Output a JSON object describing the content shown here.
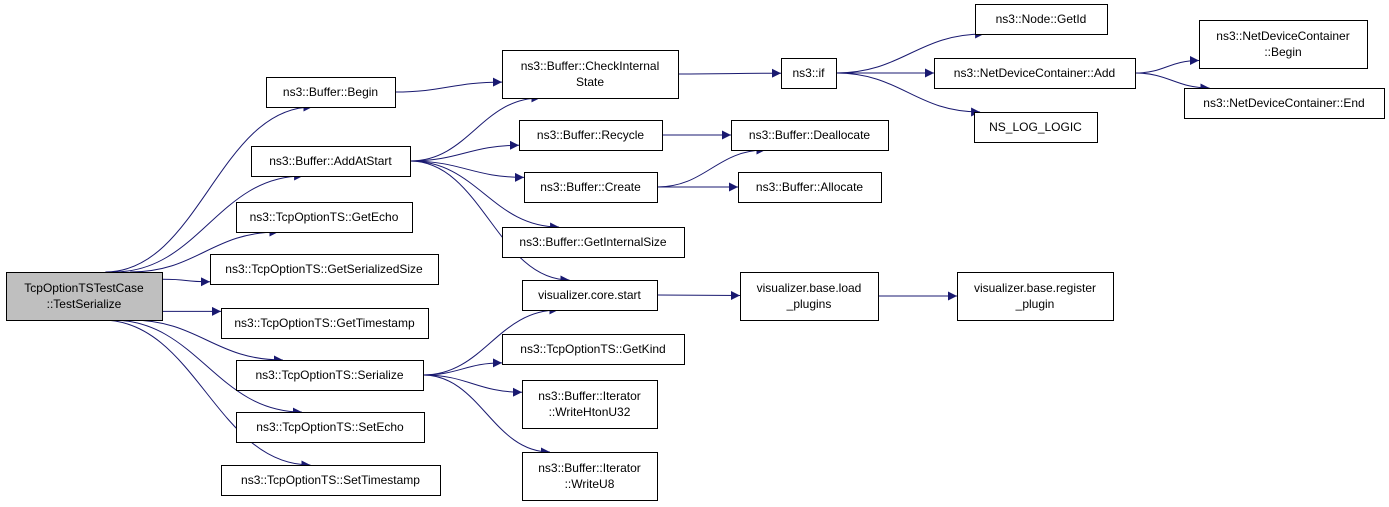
{
  "colors": {
    "edge": "#191970",
    "node_border": "#000000",
    "node_fill": "#ffffff",
    "root_fill": "#bfbfbf"
  },
  "nodes": [
    {
      "id": "root",
      "lines": [
        "TcpOptionTSTestCase",
        "::TestSerialize"
      ],
      "root": true
    },
    {
      "id": "buffer-begin",
      "lines": [
        "ns3::Buffer::Begin"
      ]
    },
    {
      "id": "buffer-addatstart",
      "lines": [
        "ns3::Buffer::AddAtStart"
      ]
    },
    {
      "id": "get-echo",
      "lines": [
        "ns3::TcpOptionTS::GetEcho"
      ]
    },
    {
      "id": "get-serialized-size",
      "lines": [
        "ns3::TcpOptionTS::GetSerializedSize"
      ]
    },
    {
      "id": "get-timestamp",
      "lines": [
        "ns3::TcpOptionTS::GetTimestamp"
      ]
    },
    {
      "id": "serialize",
      "lines": [
        "ns3::TcpOptionTS::Serialize"
      ]
    },
    {
      "id": "set-echo",
      "lines": [
        "ns3::TcpOptionTS::SetEcho"
      ]
    },
    {
      "id": "set-timestamp",
      "lines": [
        "ns3::TcpOptionTS::SetTimestamp"
      ]
    },
    {
      "id": "check-internal-state",
      "lines": [
        "ns3::Buffer::CheckInternal",
        "State"
      ]
    },
    {
      "id": "recycle",
      "lines": [
        "ns3::Buffer::Recycle"
      ]
    },
    {
      "id": "create",
      "lines": [
        "ns3::Buffer::Create"
      ]
    },
    {
      "id": "get-internal-size",
      "lines": [
        "ns3::Buffer::GetInternalSize"
      ]
    },
    {
      "id": "viz-core-start",
      "lines": [
        "visualizer.core.start"
      ]
    },
    {
      "id": "get-kind",
      "lines": [
        "ns3::TcpOptionTS::GetKind"
      ]
    },
    {
      "id": "write-hton-u32",
      "lines": [
        "ns3::Buffer::Iterator",
        "::WriteHtonU32"
      ]
    },
    {
      "id": "write-u8",
      "lines": [
        "ns3::Buffer::Iterator",
        "::WriteU8"
      ]
    },
    {
      "id": "if",
      "lines": [
        "ns3::if"
      ]
    },
    {
      "id": "deallocate",
      "lines": [
        "ns3::Buffer::Deallocate"
      ]
    },
    {
      "id": "allocate",
      "lines": [
        "ns3::Buffer::Allocate"
      ]
    },
    {
      "id": "load-plugins",
      "lines": [
        "visualizer.base.load",
        "_plugins"
      ]
    },
    {
      "id": "register-plugin",
      "lines": [
        "visualizer.base.register",
        "_plugin"
      ]
    },
    {
      "id": "node-getid",
      "lines": [
        "ns3::Node::GetId"
      ]
    },
    {
      "id": "ndc-add",
      "lines": [
        "ns3::NetDeviceContainer::Add"
      ]
    },
    {
      "id": "ns-log-logic",
      "lines": [
        "NS_LOG_LOGIC"
      ]
    },
    {
      "id": "ndc-begin",
      "lines": [
        "ns3::NetDeviceContainer",
        "::Begin"
      ]
    },
    {
      "id": "ndc-end",
      "lines": [
        "ns3::NetDeviceContainer::End"
      ]
    }
  ],
  "edges": [
    [
      "root",
      "buffer-begin"
    ],
    [
      "root",
      "buffer-addatstart"
    ],
    [
      "root",
      "get-echo"
    ],
    [
      "root",
      "get-serialized-size"
    ],
    [
      "root",
      "get-timestamp"
    ],
    [
      "root",
      "serialize"
    ],
    [
      "root",
      "set-echo"
    ],
    [
      "root",
      "set-timestamp"
    ],
    [
      "buffer-begin",
      "check-internal-state"
    ],
    [
      "buffer-addatstart",
      "check-internal-state"
    ],
    [
      "buffer-addatstart",
      "recycle"
    ],
    [
      "buffer-addatstart",
      "create"
    ],
    [
      "buffer-addatstart",
      "get-internal-size"
    ],
    [
      "buffer-addatstart",
      "viz-core-start"
    ],
    [
      "serialize",
      "viz-core-start"
    ],
    [
      "serialize",
      "get-kind"
    ],
    [
      "serialize",
      "write-hton-u32"
    ],
    [
      "serialize",
      "write-u8"
    ],
    [
      "check-internal-state",
      "if"
    ],
    [
      "recycle",
      "deallocate"
    ],
    [
      "create",
      "deallocate"
    ],
    [
      "create",
      "allocate"
    ],
    [
      "viz-core-start",
      "load-plugins"
    ],
    [
      "load-plugins",
      "register-plugin"
    ],
    [
      "if",
      "node-getid"
    ],
    [
      "if",
      "ndc-add"
    ],
    [
      "if",
      "ns-log-logic"
    ],
    [
      "ndc-add",
      "ndc-begin"
    ],
    [
      "ndc-add",
      "ndc-end"
    ]
  ]
}
